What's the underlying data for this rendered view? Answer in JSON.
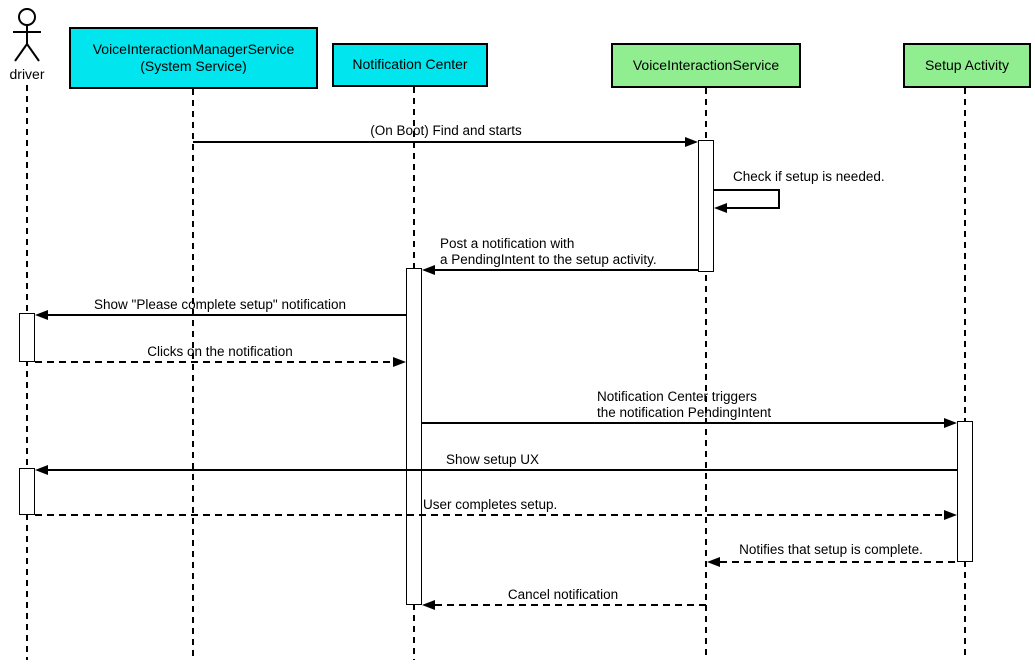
{
  "diagram": {
    "type": "uml-sequence-diagram",
    "actor": {
      "name": "driver"
    },
    "participants": [
      {
        "line1": "VoiceInteractionManagerService",
        "line2": "(System Service)",
        "fill": "#00E5EE"
      },
      {
        "line1": "Notification Center",
        "fill": "#00E5EE"
      },
      {
        "line1": "VoiceInteractionService",
        "fill": "#90EE90"
      },
      {
        "line1": "Setup Activity",
        "fill": "#90EE90"
      }
    ],
    "messages": [
      {
        "text": "(On Boot) Find and starts",
        "from": "VoiceInteractionManagerService",
        "to": "VoiceInteractionService",
        "line": "solid"
      },
      {
        "text": "Check if setup is needed.",
        "from": "VoiceInteractionService",
        "to": "VoiceInteractionService",
        "line": "solid"
      },
      {
        "text1": "Post a notification with",
        "text2": "a PendingIntent to the setup activity.",
        "from": "VoiceInteractionService",
        "to": "Notification Center",
        "line": "solid"
      },
      {
        "text": "Show \"Please complete setup\" notification",
        "from": "Notification Center",
        "to": "driver",
        "line": "solid"
      },
      {
        "text": "Clicks on the notification",
        "from": "driver",
        "to": "Notification Center",
        "line": "dashed"
      },
      {
        "text1": "Notification Center triggers",
        "text2": "the notification PendingIntent",
        "from": "Notification Center",
        "to": "Setup Activity",
        "line": "solid"
      },
      {
        "text": "Show setup UX",
        "from": "Setup Activity",
        "to": "driver",
        "line": "solid"
      },
      {
        "text": "User completes setup.",
        "from": "driver",
        "to": "Setup Activity",
        "line": "dashed"
      },
      {
        "text": "Notifies that setup is complete.",
        "from": "Setup Activity",
        "to": "VoiceInteractionService",
        "line": "dashed"
      },
      {
        "text": "Cancel notification",
        "from": "VoiceInteractionService",
        "to": "Notification Center",
        "line": "dashed"
      }
    ],
    "colors": {
      "participant_cyan": "#00E5EE",
      "participant_green": "#90EE90",
      "line": "#000000",
      "background": "#FFFFFF"
    }
  }
}
